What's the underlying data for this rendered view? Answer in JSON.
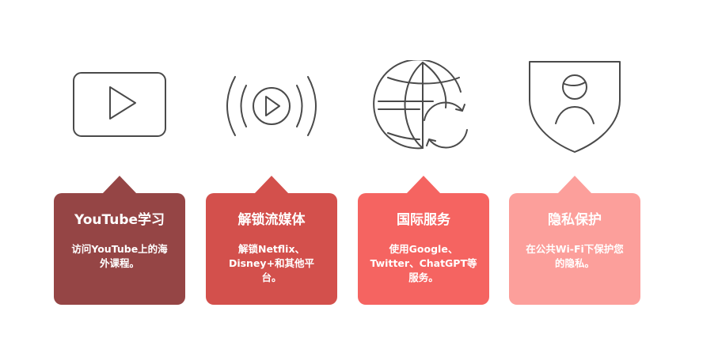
{
  "cards": [
    {
      "icon": "video-play-icon",
      "title": "YouTube学习",
      "description": [
        "访问YouTube上的海",
        "外课程。"
      ],
      "color": "#954545"
    },
    {
      "icon": "broadcast-play-icon",
      "title": "解锁流媒体",
      "description": [
        "解锁Netflix、",
        "Disney+和其他平",
        "台。"
      ],
      "color": "#d3504c"
    },
    {
      "icon": "globe-sync-icon",
      "title": "国际服务",
      "description": [
        "使用Google、",
        "Twitter、ChatGPT等",
        "服务。"
      ],
      "color": "#f56461"
    },
    {
      "icon": "shield-user-icon",
      "title": "隐私保护",
      "description": [
        "在公共Wi-Fi下保护您",
        "的隐私。"
      ],
      "color": "#fc9f9b"
    }
  ]
}
